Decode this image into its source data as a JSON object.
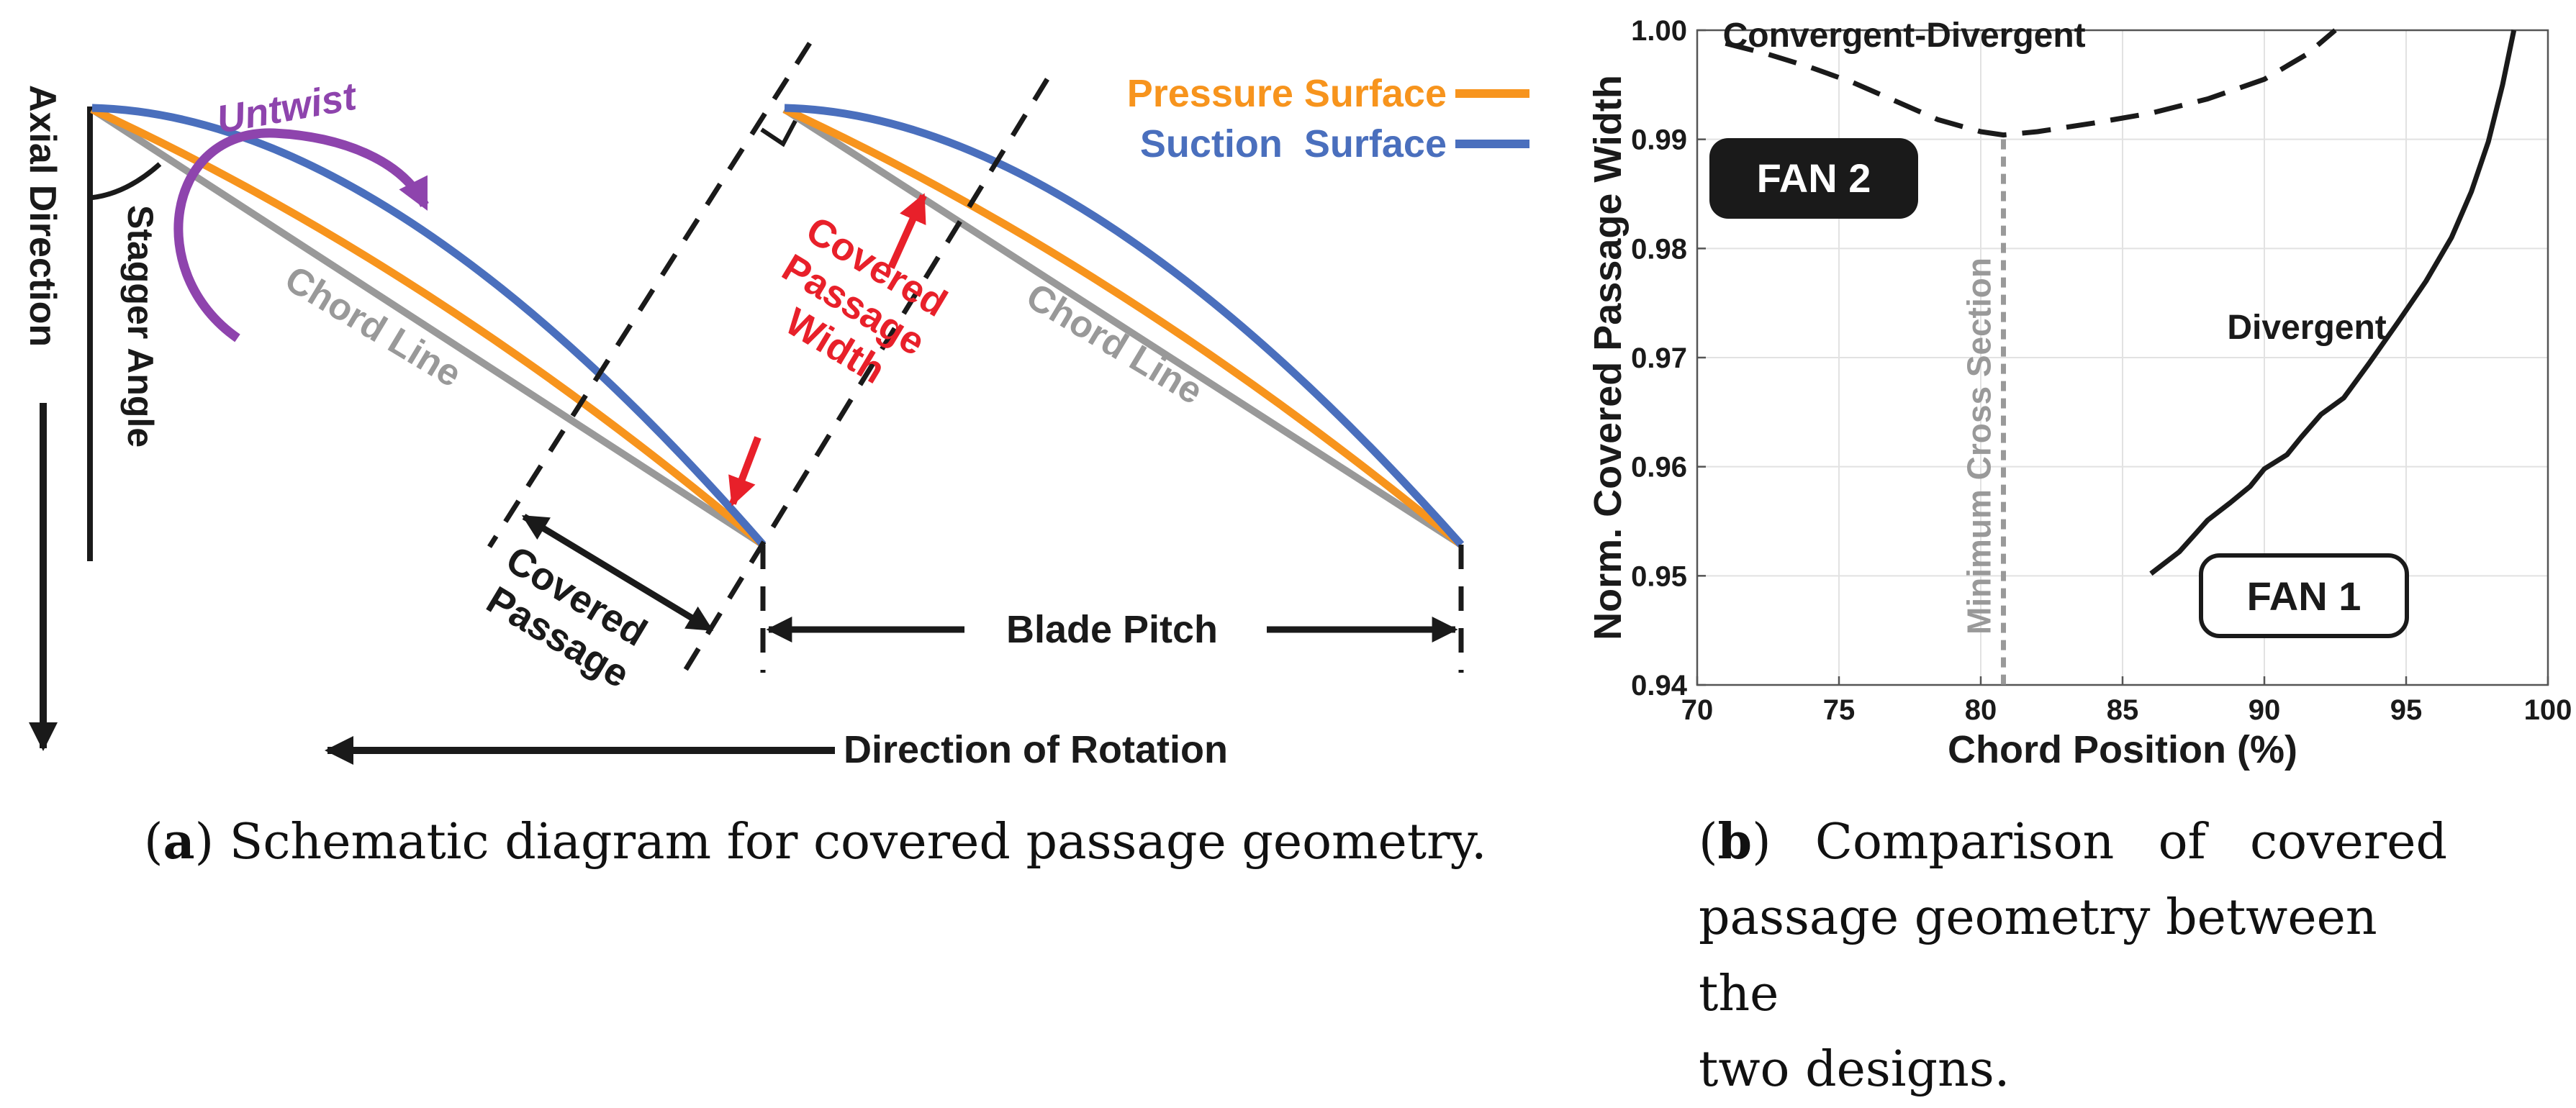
{
  "panel_a": {
    "labels": {
      "axial_direction": "Axial Direction",
      "untwist": "Untwist",
      "stagger_angle": "Stagger Angle",
      "chord_line_1": "Chord Line",
      "chord_line_2": "Chord Line",
      "covered_passage_width": [
        "Covered",
        "Passage",
        "Width"
      ],
      "covered_passage": [
        "Covered",
        "Passage"
      ],
      "blade_pitch": "Blade Pitch",
      "direction_of_rotation": "Direction of Rotation"
    },
    "legend": [
      {
        "label": "Pressure Surface",
        "color": "#F7941D"
      },
      {
        "label": "Suction  Surface",
        "color": "#4A6FBD"
      }
    ],
    "colors": {
      "chord": "#999999",
      "untwist": "#8E44AD",
      "width_arrow": "#E8202A",
      "dark": "#1a1a1a"
    }
  },
  "caption_a": {
    "tag": "a",
    "text": " Schematic diagram for covered passage geometry."
  },
  "caption_b": {
    "tag": "b",
    "line1": " Comparison of covered",
    "line2": "passage geometry between the",
    "line3": "two designs."
  },
  "chart_data": {
    "type": "line",
    "xlabel": "Chord Position (%)",
    "ylabel": "Norm. Covered Passage Width",
    "xlim": [
      70,
      100
    ],
    "ylim": [
      0.94,
      1.0
    ],
    "xticks": [
      70,
      75,
      80,
      85,
      90,
      95,
      100
    ],
    "yticks": [
      0.94,
      0.95,
      0.96,
      0.97,
      0.98,
      0.99,
      1.0
    ],
    "ytick_labels": [
      "0.94",
      "0.95",
      "0.96",
      "0.97",
      "0.98",
      "0.99",
      "1.00"
    ],
    "grid": true,
    "series": [
      {
        "label": "Convergent-Divergent",
        "style": "dashed",
        "x": [
          71.0,
          72.5,
          74.0,
          75.5,
          77.0,
          78.5,
          80.0,
          80.8,
          82.0,
          84.0,
          86.0,
          88.0,
          90.0,
          91.5,
          92.5
        ],
        "y": [
          0.9988,
          0.9978,
          0.9966,
          0.9952,
          0.9935,
          0.9918,
          0.9907,
          0.9904,
          0.9907,
          0.9915,
          0.9924,
          0.9937,
          0.9955,
          0.9978,
          1.0
        ]
      },
      {
        "label": "Divergent",
        "style": "solid",
        "x": [
          86.0,
          87.0,
          88.0,
          88.8,
          89.5,
          90.0,
          90.8,
          91.3,
          92.0,
          92.8,
          93.7,
          94.7,
          95.7,
          96.6,
          97.3,
          97.9,
          98.4,
          98.8
        ],
        "y": [
          0.9502,
          0.9522,
          0.9551,
          0.9567,
          0.9582,
          0.9598,
          0.9611,
          0.9627,
          0.9648,
          0.9663,
          0.9695,
          0.9732,
          0.977,
          0.981,
          0.9852,
          0.9898,
          0.995,
          1.0
        ]
      }
    ],
    "annotations": {
      "fan2": "FAN 2",
      "fan1": "FAN 1",
      "min_cross": "Minimum Cross Section",
      "min_cross_x": 80.8
    }
  }
}
